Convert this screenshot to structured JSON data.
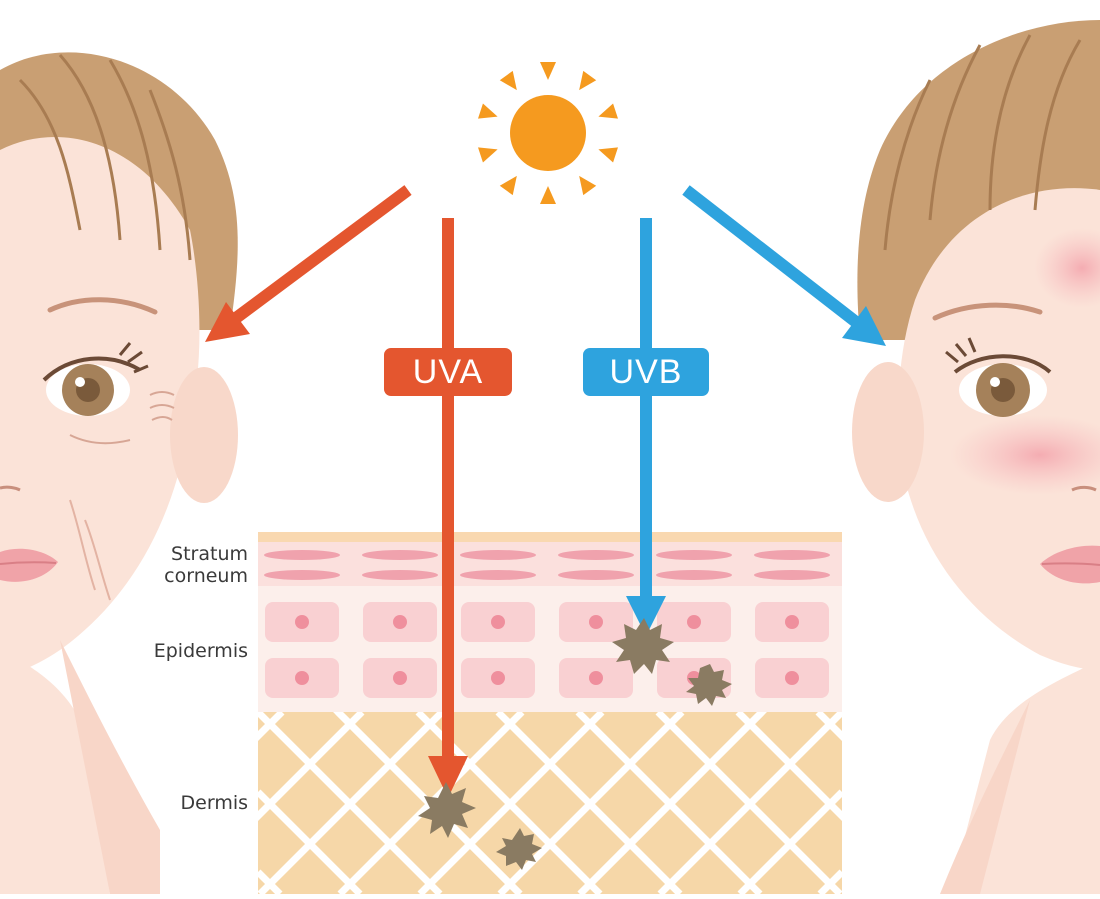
{
  "labels": {
    "uva": "UVA",
    "uvb": "UVB",
    "stratum_corneum": "Stratum\ncorneum",
    "epidermis": "Epidermis",
    "dermis": "Dermis"
  },
  "colors": {
    "uva": "#e4562f",
    "uvb": "#2ea3de",
    "sun": "#f59a1f",
    "skin": "#fbe3d8",
    "hair": "#c99f73",
    "dermis": "#f6d7a8",
    "cell": "#f9d0d2",
    "melanin": "#8a7b62"
  },
  "icons": [
    "sun-icon",
    "face-aging-icon",
    "face-sunburn-icon"
  ]
}
